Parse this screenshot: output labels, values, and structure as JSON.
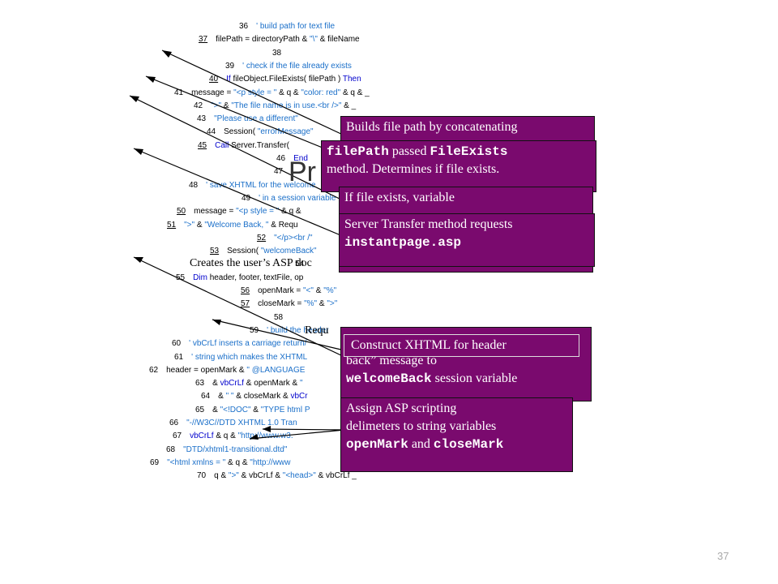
{
  "code_lines": [
    {
      "num": "36",
      "underline": false,
      "parts": [
        {
          "t": "' build path for text file",
          "c": "cm"
        }
      ]
    },
    {
      "num": "37",
      "underline": true,
      "parts": [
        {
          "t": "filePath = directoryPath & ",
          "c": ""
        },
        {
          "t": "\"\\\"",
          "c": "str"
        },
        {
          "t": " & fileName",
          "c": ""
        }
      ]
    },
    {
      "num": "38",
      "underline": false,
      "parts": []
    },
    {
      "num": "39",
      "underline": false,
      "parts": [
        {
          "t": "' check if the file already exists",
          "c": "cm"
        }
      ]
    },
    {
      "num": "40",
      "underline": true,
      "parts": [
        {
          "t": "If ",
          "c": "kw"
        },
        {
          "t": "fileObject.FileExists( filePath ) ",
          "c": ""
        },
        {
          "t": "Then",
          "c": "kw"
        }
      ]
    },
    {
      "num": "41",
      "underline": false,
      "parts": [
        {
          "t": "message = ",
          "c": ""
        },
        {
          "t": "\"<p style = \"",
          "c": "str"
        },
        {
          "t": " & q & ",
          "c": ""
        },
        {
          "t": "\"color: red\"",
          "c": "str"
        },
        {
          "t": " & q & _",
          "c": ""
        }
      ]
    },
    {
      "num": "42",
      "underline": false,
      "parts": [
        {
          "t": "\">\"",
          "c": "str"
        },
        {
          "t": " & ",
          "c": ""
        },
        {
          "t": "\"The file name is in use.<br />\"",
          "c": "str"
        },
        {
          "t": " & _",
          "c": ""
        }
      ]
    },
    {
      "num": "43",
      "underline": false,
      "parts": [
        {
          "t": "\"Please use a different\"",
          "c": "str"
        }
      ]
    },
    {
      "num": "44",
      "underline": false,
      "parts": [
        {
          "t": "Session( ",
          "c": ""
        },
        {
          "t": "\"errorMessage\"",
          "c": "str"
        }
      ]
    },
    {
      "num": "45",
      "underline": true,
      "parts": [
        {
          "t": "Call ",
          "c": "kw"
        },
        {
          "t": "Server.Transfer(",
          "c": ""
        }
      ]
    },
    {
      "num": "46",
      "underline": false,
      "parts": [
        {
          "t": "End",
          "c": "kw"
        }
      ]
    },
    {
      "num": "47",
      "underline": false,
      "parts": []
    },
    {
      "num": "48",
      "underline": false,
      "parts": [
        {
          "t": "' save XHTML for the welcome",
          "c": "cm"
        }
      ]
    },
    {
      "num": "49",
      "underline": false,
      "parts": [
        {
          "t": "' in a session variable",
          "c": "cm"
        }
      ]
    },
    {
      "num": "50",
      "underline": true,
      "parts": [
        {
          "t": "message = ",
          "c": ""
        },
        {
          "t": "\"<p style = \"",
          "c": "str"
        },
        {
          "t": " & q &",
          "c": ""
        }
      ]
    },
    {
      "num": "51",
      "underline": true,
      "parts": [
        {
          "t": "\">\"",
          "c": "str"
        },
        {
          "t": " & ",
          "c": ""
        },
        {
          "t": "\"Welcome Back, \"",
          "c": "str"
        },
        {
          "t": " & Requ",
          "c": ""
        }
      ]
    },
    {
      "num": "52",
      "underline": true,
      "parts": [
        {
          "t": "\"</p><br /\"",
          "c": "str"
        }
      ]
    },
    {
      "num": "53",
      "underline": true,
      "parts": [
        {
          "t": "Session( ",
          "c": ""
        },
        {
          "t": "\"welcomeBack\"",
          "c": "str"
        }
      ]
    },
    {
      "num": "54",
      "underline": false,
      "parts": []
    },
    {
      "num": "55",
      "underline": false,
      "parts": [
        {
          "t": "Dim ",
          "c": "kw"
        },
        {
          "t": "header, footer, textFile, op",
          "c": ""
        }
      ]
    },
    {
      "num": "56",
      "underline": true,
      "parts": [
        {
          "t": "openMark = ",
          "c": ""
        },
        {
          "t": "\"<\"",
          "c": "str"
        },
        {
          "t": " & ",
          "c": ""
        },
        {
          "t": "\"%\"",
          "c": "str"
        }
      ]
    },
    {
      "num": "57",
      "underline": true,
      "parts": [
        {
          "t": "closeMark = ",
          "c": ""
        },
        {
          "t": "\"%\"",
          "c": "str"
        },
        {
          "t": " & ",
          "c": ""
        },
        {
          "t": "\">\"",
          "c": "str"
        }
      ]
    },
    {
      "num": "58",
      "underline": false,
      "parts": []
    },
    {
      "num": "59",
      "underline": false,
      "parts": [
        {
          "t": "' build the header",
          "c": "cm"
        }
      ]
    },
    {
      "num": "60",
      "underline": false,
      "parts": [
        {
          "t": "' vbCrLf inserts a carriage return/",
          "c": "cm"
        }
      ]
    },
    {
      "num": "61",
      "underline": false,
      "parts": [
        {
          "t": "' string which makes the XHTML",
          "c": "cm"
        }
      ]
    },
    {
      "num": "62",
      "underline": false,
      "parts": [
        {
          "t": "header = openMark & ",
          "c": ""
        },
        {
          "t": "\" @LANGUAGE",
          "c": "str"
        }
      ]
    },
    {
      "num": "63",
      "underline": false,
      "parts": [
        {
          "t": "& ",
          "c": ""
        },
        {
          "t": "vbCrLf",
          "c": "kw"
        },
        {
          "t": " & openMark & ",
          "c": ""
        },
        {
          "t": "\"",
          "c": "str"
        }
      ]
    },
    {
      "num": "64",
      "underline": false,
      "parts": [
        {
          "t": "& ",
          "c": ""
        },
        {
          "t": "\" \"",
          "c": "str"
        },
        {
          "t": " & closeMark & ",
          "c": ""
        },
        {
          "t": "vbCr",
          "c": "kw"
        }
      ]
    },
    {
      "num": "65",
      "underline": false,
      "parts": [
        {
          "t": "& ",
          "c": ""
        },
        {
          "t": "\"<!DOC\"",
          "c": "str"
        },
        {
          "t": " & ",
          "c": ""
        },
        {
          "t": "\"TYPE html P",
          "c": "str"
        }
      ]
    },
    {
      "num": "66",
      "underline": false,
      "parts": [
        {
          "t": "\"-//W3C//DTD XHTML 1.0 Tran",
          "c": "str"
        }
      ]
    },
    {
      "num": "67",
      "underline": false,
      "parts": [
        {
          "t": "vbCrLf",
          "c": "kw"
        },
        {
          "t": " & q & ",
          "c": ""
        },
        {
          "t": "\"http://www.w3.",
          "c": "str"
        }
      ]
    },
    {
      "num": "68",
      "underline": false,
      "parts": [
        {
          "t": "\"DTD/xhtml1-transitional.dtd\"",
          "c": "str"
        }
      ]
    },
    {
      "num": "69",
      "underline": false,
      "parts": [
        {
          "t": "\"<html xmlns = \"",
          "c": "str"
        },
        {
          "t": " & q & ",
          "c": ""
        },
        {
          "t": "\"http://www",
          "c": "str"
        }
      ]
    },
    {
      "num": "70",
      "underline": false,
      "parts": [
        {
          "t": "q & ",
          "c": ""
        },
        {
          "t": "\">\"",
          "c": "str"
        },
        {
          "t": " & vbCrLf & ",
          "c": ""
        },
        {
          "t": "\"<head>\"",
          "c": "str"
        },
        {
          "t": " & vbCrLf _",
          "c": ""
        }
      ]
    }
  ],
  "slide_title_fragment": "Pr",
  "background_labels": {
    "creates": "Creates the user’s ASP doc",
    "requ": "Requ"
  },
  "callouts": {
    "builds_path": "Builds file path by concatenating",
    "filepath_passed": {
      "code1": "filePath",
      "t1": " passed ",
      "code2": "FileExists",
      "t2": "method. Determines if file exists."
    },
    "file_exists": "If file exists, variable",
    "server_transfer": {
      "t1": "Server Transfer method requests",
      "code1": "instantpage.asp"
    },
    "welcome_back": {
      "t1": "back” message to",
      "code1": "welcomeBack",
      "t2": " session variable"
    },
    "construct_header": "Construct XHTML for header",
    "assign_delims": {
      "t1": "Assign ASP scripting",
      "t2": "delimeters to string variables",
      "code1": "openMark",
      "t3": " and ",
      "code2": "closeMark"
    }
  },
  "page_number": "37",
  "colors": {
    "callout_bg": "#7a0a6e",
    "code_blue": "#1a6fc9",
    "keyword": "#0000cc"
  }
}
